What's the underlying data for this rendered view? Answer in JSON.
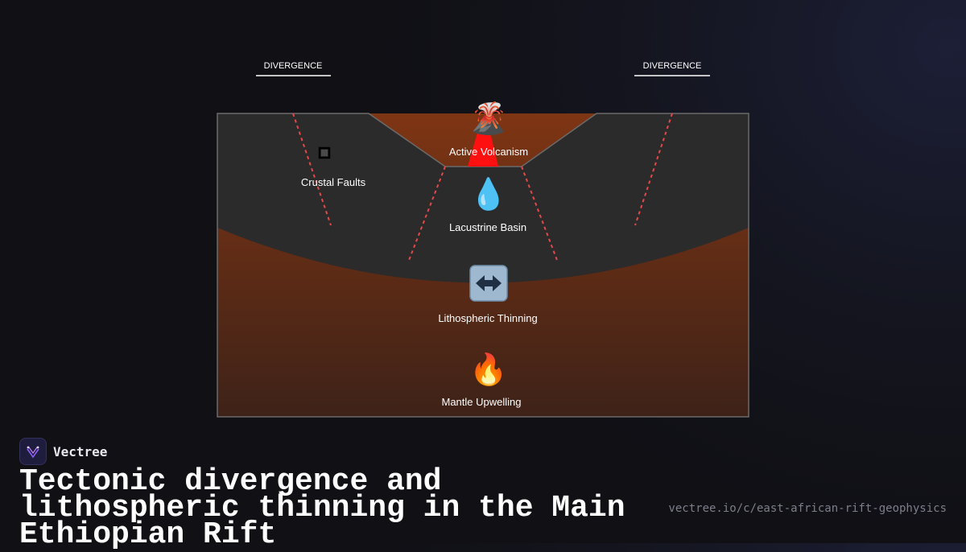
{
  "diagram": {
    "divergence_left": "DIVERGENCE",
    "divergence_right": "DIVERGENCE",
    "labels": {
      "volcanism": "Active Volcanism",
      "faults": "Crustal Faults",
      "basin": "Lacustrine Basin",
      "thinning": "Lithospheric Thinning",
      "upwelling": "Mantle Upwelling"
    },
    "icons": {
      "volcanism": "🌋",
      "basin": "💧",
      "thinning": "↔️",
      "upwelling": "🔥"
    },
    "colors": {
      "crust": "#2b2b2b",
      "mantle": "#7e3514",
      "fault_line": "#e54848",
      "magma": "#ff1010"
    }
  },
  "brand": {
    "name": "Vectree"
  },
  "title": "Tectonic divergence and lithospheric thinning in the Main Ethiopian Rift",
  "url": "vectree.io/c/east-african-rift-geophysics"
}
